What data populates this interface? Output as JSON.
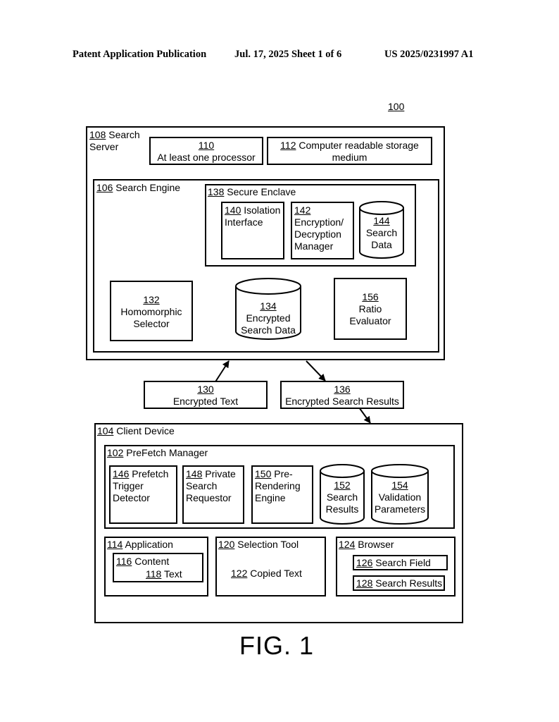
{
  "header": {
    "left": "Patent Application Publication",
    "center": "Jul. 17, 2025   Sheet 1 of 6",
    "right": "US 2025/0231997 A1"
  },
  "figure_ref": "100",
  "server": {
    "num": "108",
    "label_line1": "Search",
    "label_line2": "Server",
    "processor": {
      "num": "110",
      "label": "At least one processor"
    },
    "storage": {
      "num": "112",
      "label_line1": "Computer readable storage",
      "label_line2": "medium"
    },
    "engine": {
      "num": "106",
      "label": "Search Engine",
      "enclave": {
        "num": "138",
        "label": "Secure Enclave",
        "isolation": {
          "num": "140",
          "label_line1": "Isolation",
          "label_line2": "Interface"
        },
        "encryption": {
          "num": "142",
          "label_line1": "Encryption/",
          "label_line2": "Decryption",
          "label_line3": "Manager"
        },
        "search_data": {
          "num": "144",
          "label_line1": "Search",
          "label_line2": "Data"
        }
      },
      "homomorphic": {
        "num": "132",
        "label_line1": "Homomorphic",
        "label_line2": "Selector"
      },
      "encrypted_data": {
        "num": "134",
        "label_line1": "Encrypted",
        "label_line2": "Search Data"
      },
      "ratio": {
        "num": "156",
        "label_line1": "Ratio",
        "label_line2": "Evaluator"
      }
    }
  },
  "encrypted_text": {
    "num": "130",
    "label": "Encrypted Text"
  },
  "encrypted_results": {
    "num": "136",
    "label": "Encrypted Search Results"
  },
  "client": {
    "num": "104",
    "label": "Client Device",
    "prefetch": {
      "num": "102",
      "label": "PreFetch Manager",
      "trigger": {
        "num": "146",
        "label_line1": "Prefetch",
        "label_line2": "Trigger",
        "label_line3": "Detector"
      },
      "private": {
        "num": "148",
        "label_line1": "Private",
        "label_line2": "Search",
        "label_line3": "Requestor"
      },
      "prerender": {
        "num": "150",
        "label_line1": "Pre-",
        "label_line2": "Rendering",
        "label_line3": "Engine"
      },
      "results": {
        "num": "152",
        "label_line1": "Search",
        "label_line2": "Results"
      },
      "validation": {
        "num": "154",
        "label_line1": "Validation",
        "label_line2": "Parameters"
      }
    },
    "application": {
      "num": "114",
      "label": "Application",
      "content": {
        "num": "116",
        "label": "Content"
      },
      "text": {
        "num": "118",
        "label": "Text"
      }
    },
    "selection": {
      "num": "120",
      "label": "Selection Tool",
      "copied": {
        "num": "122",
        "label": "Copied Text"
      }
    },
    "browser": {
      "num": "124",
      "label": "Browser",
      "field": {
        "num": "126",
        "label": "Search Field"
      },
      "results": {
        "num": "128",
        "label": "Search Results"
      }
    }
  },
  "caption": "FIG. 1"
}
